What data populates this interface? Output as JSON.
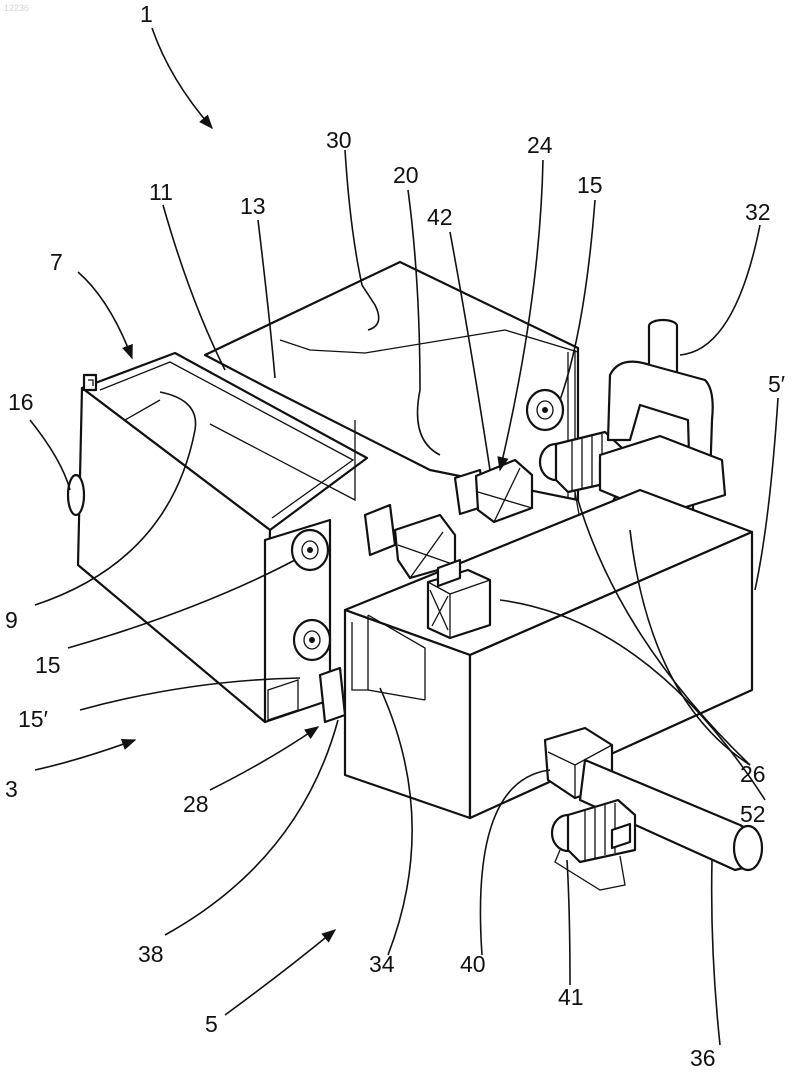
{
  "watermark": "12236",
  "labels": [
    {
      "id": "1",
      "text": "1"
    },
    {
      "id": "30",
      "text": "30"
    },
    {
      "id": "20",
      "text": "20"
    },
    {
      "id": "24",
      "text": "24"
    },
    {
      "id": "15a",
      "text": "15"
    },
    {
      "id": "32",
      "text": "32"
    },
    {
      "id": "42",
      "text": "42"
    },
    {
      "id": "11",
      "text": "11"
    },
    {
      "id": "13",
      "text": "13"
    },
    {
      "id": "7",
      "text": "7"
    },
    {
      "id": "16",
      "text": "16"
    },
    {
      "id": "5p",
      "text": "5′"
    },
    {
      "id": "9",
      "text": "9"
    },
    {
      "id": "15b",
      "text": "15"
    },
    {
      "id": "15p",
      "text": "15′"
    },
    {
      "id": "26",
      "text": "26"
    },
    {
      "id": "52",
      "text": "52"
    },
    {
      "id": "3",
      "text": "3"
    },
    {
      "id": "28",
      "text": "28"
    },
    {
      "id": "38",
      "text": "38"
    },
    {
      "id": "34",
      "text": "34"
    },
    {
      "id": "40",
      "text": "40"
    },
    {
      "id": "41",
      "text": "41"
    },
    {
      "id": "5",
      "text": "5"
    },
    {
      "id": "36",
      "text": "36"
    }
  ]
}
